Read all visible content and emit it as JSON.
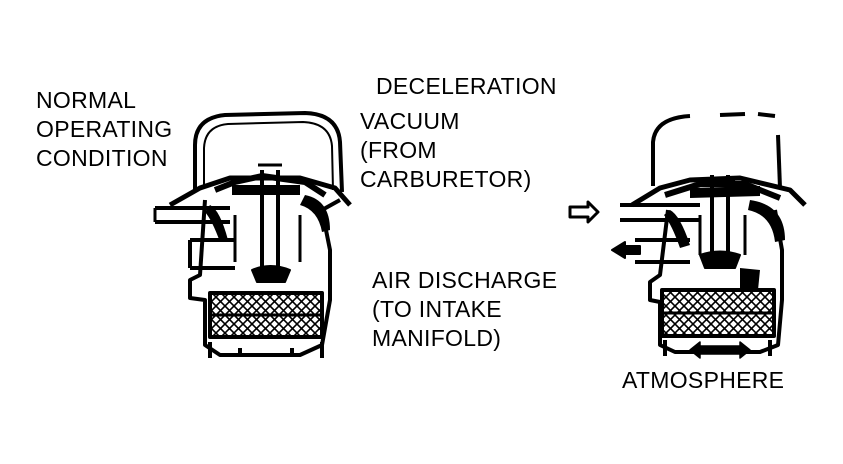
{
  "labels": {
    "normal": [
      "NORMAL",
      "OPERATING",
      "CONDITION"
    ],
    "decel_title": "DECELERATION",
    "decel_vacuum": [
      "VACUUM",
      "(FROM",
      "CARBURETOR)"
    ],
    "air_discharge": [
      "AIR DISCHARGE",
      "(TO INTAKE",
      "MANIFOLD)"
    ],
    "atmosphere": "ATMOSPHERE"
  },
  "colors": {
    "ink": "#000000",
    "paper": "#ffffff"
  }
}
